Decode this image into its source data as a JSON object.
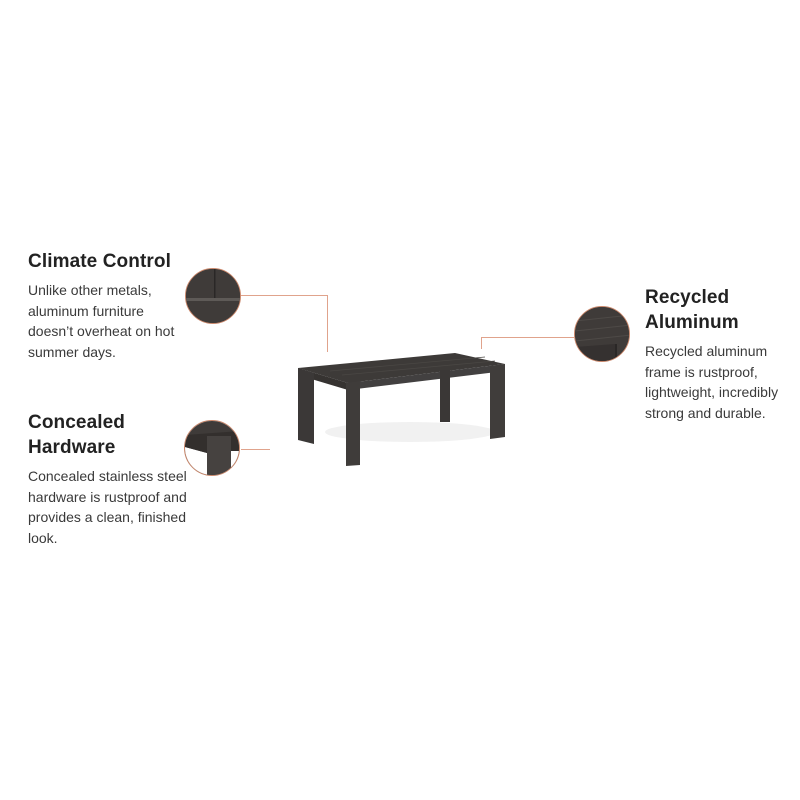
{
  "features": [
    {
      "id": "climate-control",
      "title": "Climate Control",
      "description": "Unlike other metals, aluminum furniture doesn’t overheat on hot summer days."
    },
    {
      "id": "concealed-hardware",
      "title": "Concealed Hardware",
      "description": "Concealed stainless steel hardware is rustproof and provides a clean, finished look."
    },
    {
      "id": "recycled-aluminum",
      "title": "Recycled Aluminum",
      "description": "Recycled aluminum frame is rustproof, lightweight, incredibly strong and durable."
    }
  ],
  "product": {
    "image_alt": "dark grey aluminum outdoor dining table"
  },
  "colors": {
    "callout_line": "#e0a38c",
    "frame": "#3f3b39",
    "heading": "#222222",
    "body_text": "#3a3a3a"
  }
}
